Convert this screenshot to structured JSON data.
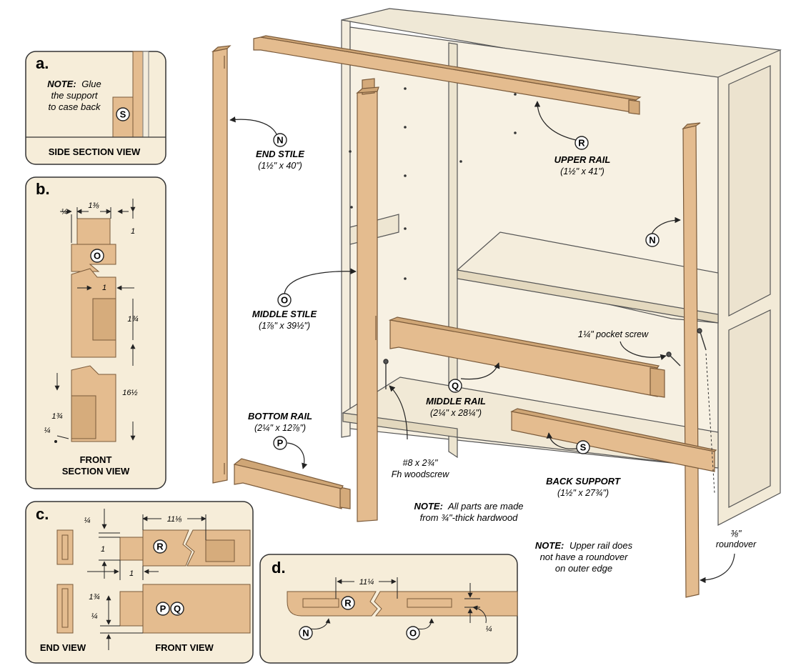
{
  "colors": {
    "wood": "#e2b98c",
    "wood_dark": "#c99a68",
    "wood_edge": "#8a6a45",
    "case": "#f5efe0",
    "case_shade": "#e6ddc8",
    "panel_bg": "#f6edd9",
    "line": "#333333"
  },
  "parts": {
    "end_stile": {
      "letter": "N",
      "name": "END STILE",
      "size": "(1½\" x 40\")"
    },
    "upper_rail": {
      "letter": "R",
      "name": "UPPER RAIL",
      "size": "(1½\" x 41\")"
    },
    "middle_stile": {
      "letter": "O",
      "name": "MIDDLE STILE",
      "size": "(1⅞\" x 39½\")"
    },
    "middle_rail": {
      "letter": "Q",
      "name": "MIDDLE RAIL",
      "size": "(2¼\" x 28¼\")"
    },
    "bottom_rail": {
      "letter": "P",
      "name": "BOTTOM RAIL",
      "size": "(2¼\" x 12⅞\")"
    },
    "back_support": {
      "letter": "S",
      "name": "BACK SUPPORT",
      "size": "(1½\" x 27¾\")"
    },
    "end_stile_right": {
      "letter": "N"
    }
  },
  "callouts": {
    "pocket_screw": "1¼\" pocket screw",
    "woodscrew_1": "#8 x 2¾\"",
    "woodscrew_2": "Fh woodscrew",
    "roundover_1": "⅜\"",
    "roundover_2": "roundover"
  },
  "notes": {
    "parts_label": "NOTE:",
    "parts_1": "All parts are made",
    "parts_2": "from ¾\"-thick hardwood",
    "upper_label": "NOTE:",
    "upper_1": "Upper rail does",
    "upper_2": "not have a roundover",
    "upper_3": "on outer edge"
  },
  "panel_a": {
    "letter": "a.",
    "note_label": "NOTE:",
    "note_1": "Glue",
    "note_2": "the support",
    "note_3": "to case back",
    "part": "S",
    "title": "SIDE SECTION VIEW"
  },
  "panel_b": {
    "letter": "b.",
    "dim_quarter_top": "¼",
    "dim_width": "1⅜",
    "dim_one_top": "1",
    "part": "O",
    "dim_one_mid": "1",
    "dim_1_3_4_mid": "1¾",
    "dim_16_1_2": "16½",
    "dim_1_3_4_low": "1¾",
    "dim_quarter_low": "¼",
    "title_1": "FRONT",
    "title_2": "SECTION VIEW"
  },
  "panel_c": {
    "letter": "c.",
    "dim_quarter_top": "¼",
    "dim_11_1_8": "11⅛",
    "dim_one_a": "1",
    "dim_one_b": "1",
    "dim_1_3_4": "1¾",
    "dim_quarter_low": "¼",
    "part_r": "R",
    "part_p": "P",
    "part_q": "Q",
    "title_end": "END VIEW",
    "title_front": "FRONT VIEW"
  },
  "panel_d": {
    "letter": "d.",
    "dim_11_1_4": "11¼",
    "part_r": "R",
    "part_n": "N",
    "part_o": "O",
    "dim_quarter": "¼"
  }
}
